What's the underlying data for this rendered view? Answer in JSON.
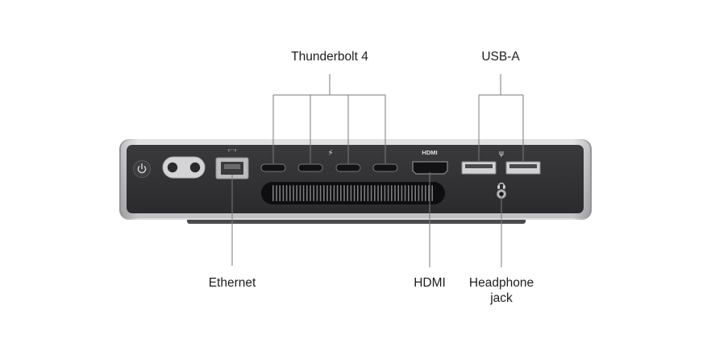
{
  "labels": {
    "thunderbolt": "Thunderbolt 4",
    "usb_a": "USB-A",
    "ethernet": "Ethernet",
    "hdmi": "HDMI",
    "headphone_line1": "Headphone",
    "headphone_line2": "jack"
  },
  "port_markings": {
    "hdmi": "HDMI",
    "ethernet_symbol": "‹··›",
    "thunderbolt_symbol": "⚡",
    "usb_symbol": "ψ"
  },
  "icons": [
    "power-icon",
    "ethernet-icon",
    "thunderbolt-icon",
    "usb-icon",
    "headphone-icon"
  ]
}
